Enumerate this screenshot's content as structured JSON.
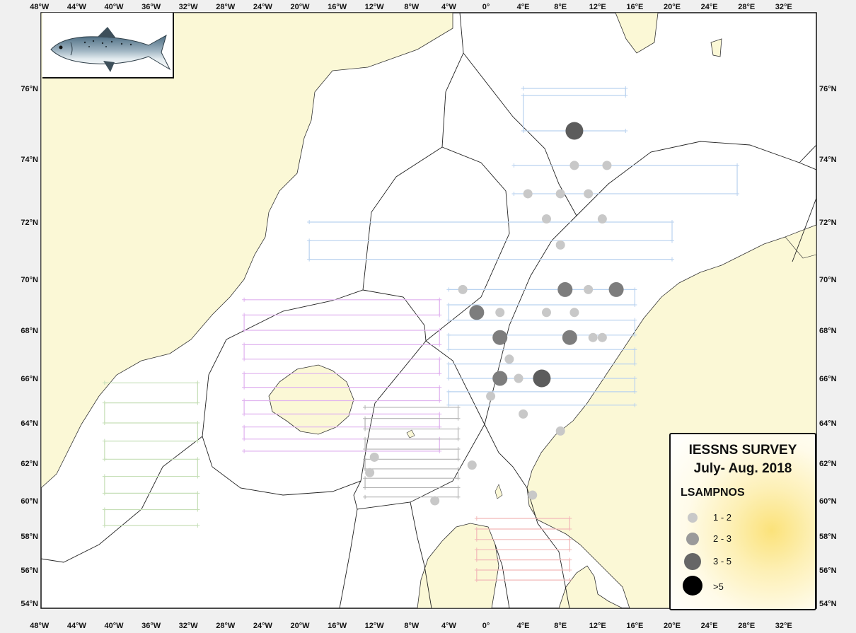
{
  "legend": {
    "title_line1": "IESSNS SURVEY",
    "title_line2": "July- Aug. 2018",
    "variable": "LSAMPNOS",
    "classes": [
      {
        "label": "1 - 2",
        "color": "#c8c8c8"
      },
      {
        "label": "2 - 3",
        "color": "#9a9a9a"
      },
      {
        "label": "3 - 5",
        "color": "#666666"
      },
      {
        "label": ">5",
        "color": "#000000"
      }
    ]
  },
  "axes": {
    "longitude_ticks": [
      "48°W",
      "44°W",
      "40°W",
      "36°W",
      "32°W",
      "28°W",
      "24°W",
      "20°W",
      "16°W",
      "12°W",
      "8°W",
      "4°W",
      "0°",
      "4°E",
      "8°E",
      "12°E",
      "16°E",
      "20°E",
      "24°E",
      "28°E",
      "32°E"
    ],
    "latitude_ticks": [
      "76°N",
      "74°N",
      "72°N",
      "70°N",
      "68°N",
      "66°N",
      "64°N",
      "62°N",
      "60°N",
      "58°N",
      "56°N",
      "54°N"
    ]
  },
  "catch_stations": [
    {
      "lon": 9.5,
      "lat": 74.8,
      "class": ">5"
    },
    {
      "lon": 6.0,
      "lat": 66.0,
      "class": ">5"
    },
    {
      "lon": 9.5,
      "lat": 73.8,
      "class": "1 - 2"
    },
    {
      "lon": 13.0,
      "lat": 73.8,
      "class": "1 - 2"
    },
    {
      "lon": 4.5,
      "lat": 72.9,
      "class": "1 - 2"
    },
    {
      "lon": 8.0,
      "lat": 72.9,
      "class": "1 - 2"
    },
    {
      "lon": 11.0,
      "lat": 72.9,
      "class": "1 - 2"
    },
    {
      "lon": 6.5,
      "lat": 72.1,
      "class": "1 - 2"
    },
    {
      "lon": 12.5,
      "lat": 72.1,
      "class": "1 - 2"
    },
    {
      "lon": 8.0,
      "lat": 71.2,
      "class": "1 - 2"
    },
    {
      "lon": -2.5,
      "lat": 69.6,
      "class": "1 - 2"
    },
    {
      "lon": 8.5,
      "lat": 69.6,
      "class": "3 - 5"
    },
    {
      "lon": 11.0,
      "lat": 69.6,
      "class": "1 - 2"
    },
    {
      "lon": 14.0,
      "lat": 69.6,
      "class": "3 - 5"
    },
    {
      "lon": -1.0,
      "lat": 68.7,
      "class": "3 - 5"
    },
    {
      "lon": 1.5,
      "lat": 68.7,
      "class": "1 - 2"
    },
    {
      "lon": 6.5,
      "lat": 68.7,
      "class": "1 - 2"
    },
    {
      "lon": 9.5,
      "lat": 68.7,
      "class": "1 - 2"
    },
    {
      "lon": 1.5,
      "lat": 67.7,
      "class": "3 - 5"
    },
    {
      "lon": 9.0,
      "lat": 67.7,
      "class": "3 - 5"
    },
    {
      "lon": 11.5,
      "lat": 67.7,
      "class": "1 - 2"
    },
    {
      "lon": 12.5,
      "lat": 67.7,
      "class": "1 - 2"
    },
    {
      "lon": 2.5,
      "lat": 66.8,
      "class": "1 - 2"
    },
    {
      "lon": 1.5,
      "lat": 66.0,
      "class": "3 - 5"
    },
    {
      "lon": 3.5,
      "lat": 66.0,
      "class": "1 - 2"
    },
    {
      "lon": 0.5,
      "lat": 65.2,
      "class": "1 - 2"
    },
    {
      "lon": 4.0,
      "lat": 64.4,
      "class": "1 - 2"
    },
    {
      "lon": 8.0,
      "lat": 63.6,
      "class": "1 - 2"
    },
    {
      "lon": -12.0,
      "lat": 62.3,
      "class": "1 - 2"
    },
    {
      "lon": -12.5,
      "lat": 61.5,
      "class": "1 - 2"
    },
    {
      "lon": -1.5,
      "lat": 61.9,
      "class": "1 - 2"
    },
    {
      "lon": -5.5,
      "lat": 60.0,
      "class": "1 - 2"
    },
    {
      "lon": 5.0,
      "lat": 60.3,
      "class": "1 - 2"
    }
  ],
  "colors": {
    "sea": "#ffffff",
    "land": "#fbf8d6",
    "frame": "#f0f0f0",
    "track_norway": "#b9d2ef",
    "track_iceland": "#e0b2ef",
    "track_faroe": "#b3b3b3",
    "track_greenland": "#c6dfb7",
    "track_denmark": "#f2b8b8"
  }
}
